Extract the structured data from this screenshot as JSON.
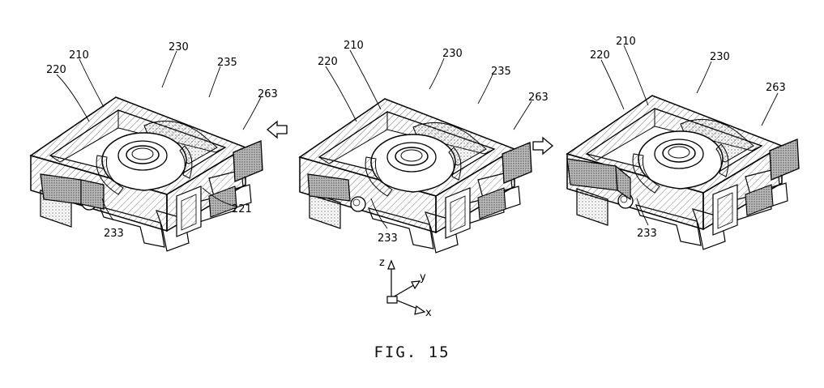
{
  "figure": {
    "caption": "FIG. 15",
    "panels": [
      {
        "id": "left",
        "labels": {
          "l210": "210",
          "l220": "220",
          "l230": "230",
          "l235": "235",
          "l263": "263",
          "l221": "221",
          "l233": "233"
        }
      },
      {
        "id": "center",
        "labels": {
          "l210": "210",
          "l220": "220",
          "l230": "230",
          "l235": "235",
          "l263": "263",
          "l233": "233"
        }
      },
      {
        "id": "right",
        "labels": {
          "l210": "210",
          "l220": "220",
          "l230": "230",
          "l263": "263",
          "l233": "233"
        }
      }
    ],
    "arrows": {
      "left": "arrow-left-icon",
      "right": "arrow-right-icon"
    },
    "axes": {
      "z": "z",
      "y": "y",
      "x": "x"
    }
  }
}
